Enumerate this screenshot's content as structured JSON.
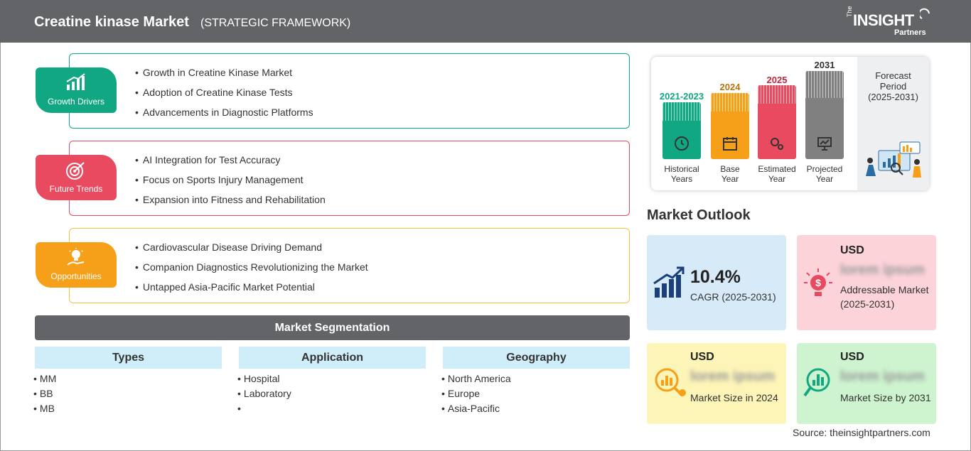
{
  "header": {
    "title": "Creatine kinase Market",
    "subtitle": "(STRATEGIC FRAMEWORK)",
    "logo_the": "The",
    "logo_insight": "INSIGHT",
    "logo_partners": "Partners"
  },
  "framework": [
    {
      "label": "Growth Drivers",
      "icon": "growth-chart-icon",
      "color": "#12a783",
      "items": [
        "Growth in Creatine Kinase Market",
        "Adoption of Creatine Kinase Tests",
        "Advancements in Diagnostic Platforms"
      ]
    },
    {
      "label": "Future Trends",
      "icon": "target-icon",
      "color": "#e84a5f",
      "items": [
        "AI Integration for Test Accuracy",
        "Focus on Sports Injury Management",
        "Expansion into Fitness and Rehabilitation"
      ]
    },
    {
      "label": "Opportunities",
      "icon": "lightbulb-hand-icon",
      "color": "#f6a01a",
      "items": [
        "Cardiovascular Disease Driving Demand",
        "Companion Diagnostics Revolutionizing the Market",
        "Untapped Asia-Pacific Market Potential"
      ]
    }
  ],
  "segmentation": {
    "title": "Market Segmentation",
    "columns": [
      {
        "heading": "Types",
        "items": [
          "MM",
          "BB",
          "MB"
        ]
      },
      {
        "heading": "Application",
        "items": [
          "Hospital",
          "Laboratory",
          ""
        ]
      },
      {
        "heading": "Geography",
        "items": [
          "North America",
          "Europe",
          "Asia-Pacific"
        ]
      }
    ]
  },
  "timeline": {
    "bars": [
      {
        "year": "2021-2023",
        "label": "Historical Years",
        "label1": "Historical",
        "label2": "Years",
        "color": "#12a783",
        "icon": "history-clock-icon"
      },
      {
        "year": "2024",
        "label": "Base Year",
        "label1": "Base",
        "label2": "Year",
        "color": "#f6a01a",
        "icon": "calendar-icon"
      },
      {
        "year": "2025",
        "label": "Estimated Year",
        "label1": "Estimated",
        "label2": "Year",
        "color": "#e84a5f",
        "icon": "gears-icon"
      },
      {
        "year": "2031",
        "label": "Projected Year",
        "label1": "Projected",
        "label2": "Year",
        "color": "#808080",
        "icon": "presentation-icon"
      }
    ],
    "forecast_title": "Forecast Period",
    "forecast_line1": "Forecast",
    "forecast_line2": "Period",
    "forecast_range": "(2025-2031)",
    "forecast_icon": "analytics-team-icon"
  },
  "outlook": {
    "title": "Market Outlook",
    "cagr_value": "10.4%",
    "cagr_label": "CAGR (2025-2031)",
    "addressable_currency": "USD",
    "addressable_value": "lorem ipsum",
    "addressable_label": "Addressable Market (2025-2031)",
    "size2024_currency": "USD",
    "size2024_value": "lorem ipsum",
    "size2024_label": "Market Size in 2024",
    "size2031_currency": "USD",
    "size2031_value": "lorem ipsum",
    "size2031_label": "Market Size by 2031",
    "colors": {
      "cagr": "#d6ebf7",
      "addressable": "#fbd3d9",
      "size2024": "#fdf4b8",
      "size2031": "#cdf3cf"
    }
  },
  "source": "Source: theinsightpartners.com"
}
